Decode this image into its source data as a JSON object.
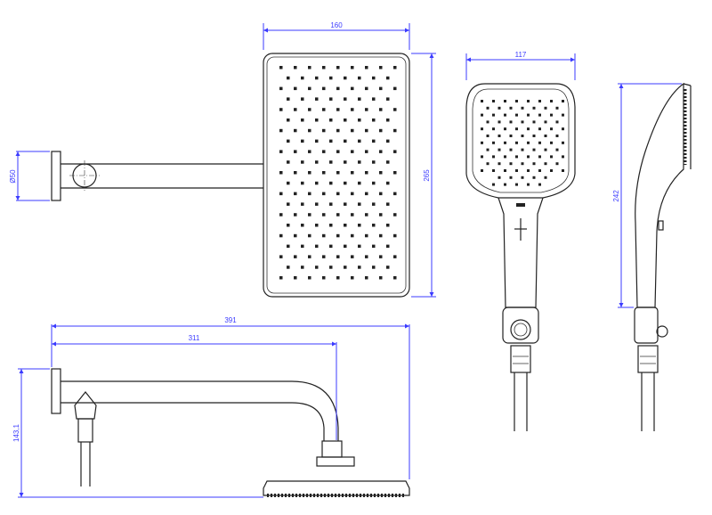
{
  "dimensions": {
    "rain_head_width": "160",
    "rain_head_length": "265",
    "wall_flange_diameter": "Ø50",
    "hand_shower_width": "117",
    "hand_shower_length": "242",
    "arm_total_length": "391",
    "arm_reach": "311",
    "arm_height": "143,1"
  },
  "colors": {
    "dimension": "#3b3bff",
    "outline": "#222222"
  }
}
